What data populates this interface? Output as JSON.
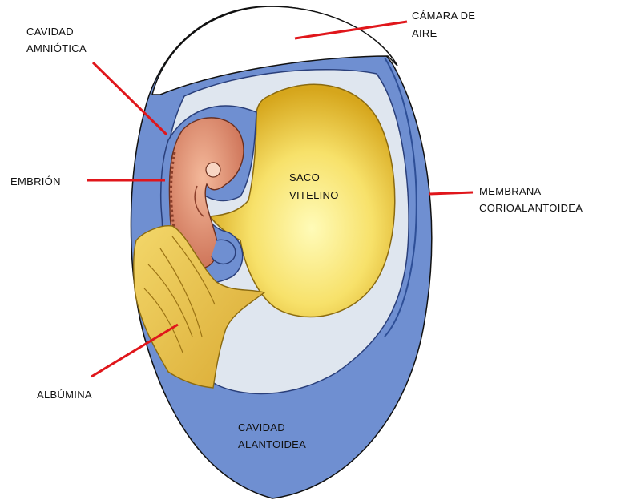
{
  "labels": {
    "camara_line1": "CÁMARA DE",
    "camara_line2": "AIRE",
    "amniotica_line1": "CAVIDAD",
    "amniotica_line2": "AMNIÓTICA",
    "embrion": "EMBRIÓN",
    "saco_line1": "SACO",
    "saco_line2": "VITELINO",
    "membrana_line1": "MEMBRANA",
    "membrana_line2": "CORIOALANTOIDEA",
    "albumina": "ALBÚMINA",
    "alantoidea_line1": "CAVIDAD",
    "alantoidea_line2": "ALANTOIDEA"
  },
  "colors": {
    "allantoic_blue": "#6f8fd1",
    "amnion_light": "#dfe6ef",
    "yolk_center": "#fff59a",
    "yolk_edge": "#d9ab1f",
    "embryo": "#e49a7a",
    "albumen": "#e9c552",
    "pointer_red": "#e0161b"
  }
}
